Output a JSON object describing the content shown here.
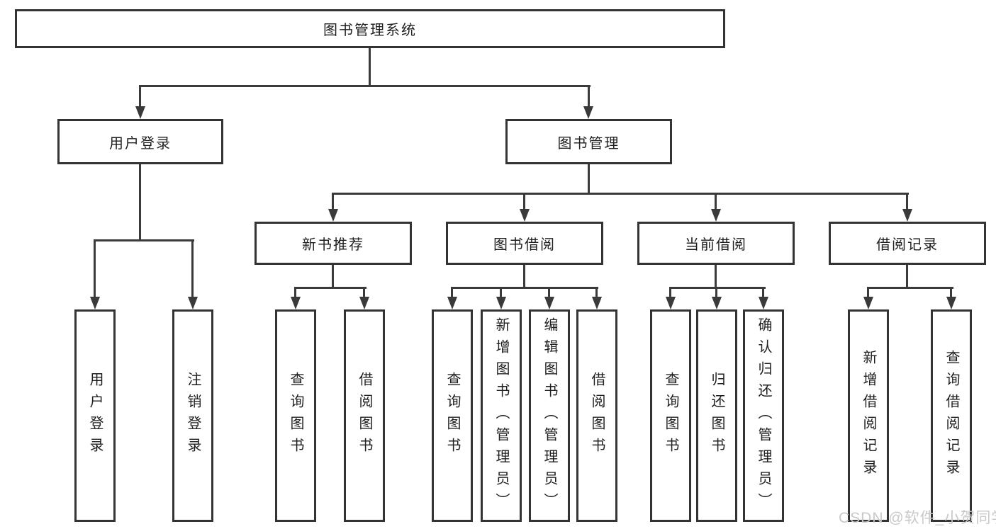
{
  "root": {
    "label": "图书管理系统"
  },
  "level2": [
    {
      "label": "用户登录"
    },
    {
      "label": "图书管理"
    }
  ],
  "level3": [
    {
      "label": "新书推荐"
    },
    {
      "label": "图书借阅"
    },
    {
      "label": "当前借阅"
    },
    {
      "label": "借阅记录"
    }
  ],
  "leaves": [
    {
      "label": "用户登录"
    },
    {
      "label": "注销登录"
    },
    {
      "label": "查询图书"
    },
    {
      "label": "借阅图书"
    },
    {
      "label": "查询图书"
    },
    {
      "label": "新增图书（管理员）"
    },
    {
      "label": "编辑图书（管理员）"
    },
    {
      "label": "借阅图书"
    },
    {
      "label": "查询图书"
    },
    {
      "label": "归还图书"
    },
    {
      "label": "确认归还（管理员）"
    },
    {
      "label": "新增借阅记录"
    },
    {
      "label": "查询借阅记录"
    }
  ],
  "watermark": {
    "text": "CSDN @软件_小贺同学"
  },
  "colors": {
    "line": "#3a3a3a",
    "border": "#333333",
    "text": "#1f1f1f",
    "watermark": "#c9c9c9",
    "background": "#ffffff"
  }
}
